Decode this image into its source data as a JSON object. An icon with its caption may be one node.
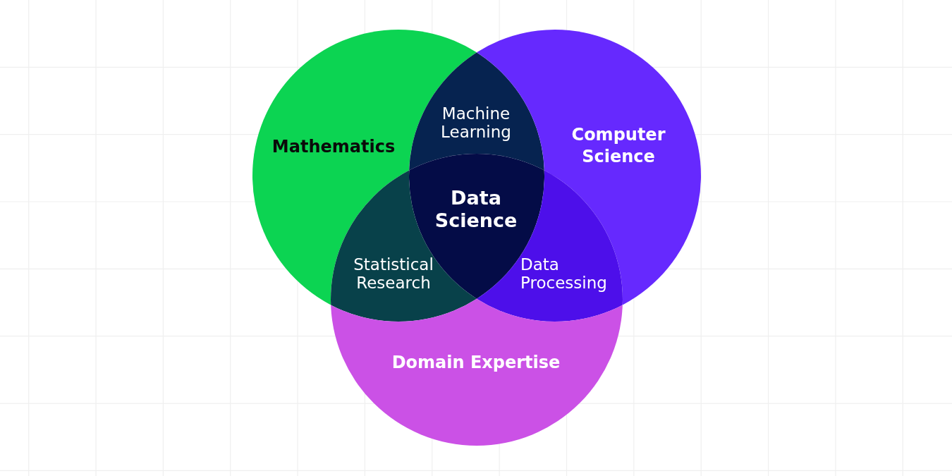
{
  "diagram": {
    "nodes": [
      {
        "text": [
          "Mathematics"
        ]
      },
      {
        "text": [
          "Machine Learning"
        ]
      },
      {
        "text": [
          "Computer Science"
        ]
      },
      {
        "text": [
          "Data Science"
        ]
      },
      {
        "text": [
          "Statistical Research"
        ]
      },
      {
        "text": [
          "Data Processing"
        ]
      },
      {
        "text": [
          "Domain Expertise"
        ]
      }
    ]
  }
}
